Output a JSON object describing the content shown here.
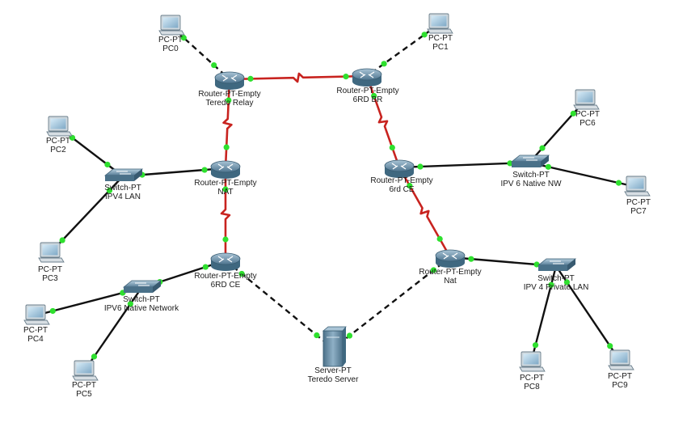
{
  "colors": {
    "serial_link": "#c8231f",
    "ethernet_link": "#111111",
    "crossover_link": "#111111",
    "port_up": "#2ee02e",
    "router_body": "#6f93aa",
    "switch_body": "#6f93aa",
    "pc_screen": "#9fc3dc",
    "server_body": "#6f93aa"
  },
  "devices": [
    {
      "id": "pc0",
      "kind": "pc",
      "model": "PC-PT",
      "name": "PC0"
    },
    {
      "id": "pc1",
      "kind": "pc",
      "model": "PC-PT",
      "name": "PC1"
    },
    {
      "id": "pc2",
      "kind": "pc",
      "model": "PC-PT",
      "name": "PC2"
    },
    {
      "id": "pc3",
      "kind": "pc",
      "model": "PC-PT",
      "name": "PC3"
    },
    {
      "id": "pc4",
      "kind": "pc",
      "model": "PC-PT",
      "name": "PC4"
    },
    {
      "id": "pc5",
      "kind": "pc",
      "model": "PC-PT",
      "name": "PC5"
    },
    {
      "id": "pc6",
      "kind": "pc",
      "model": "PC-PT",
      "name": "PC6"
    },
    {
      "id": "pc7",
      "kind": "pc",
      "model": "PC-PT",
      "name": "PC7"
    },
    {
      "id": "pc8",
      "kind": "pc",
      "model": "PC-PT",
      "name": "PC8"
    },
    {
      "id": "pc9",
      "kind": "pc",
      "model": "PC-PT",
      "name": "PC9"
    },
    {
      "id": "r_teredo",
      "kind": "router",
      "model": "Router-PT-Empty",
      "name": "Teredo Relay"
    },
    {
      "id": "r_6rdbr",
      "kind": "router",
      "model": "Router-PT-Empty",
      "name": "6RD BR"
    },
    {
      "id": "r_nat1",
      "kind": "router",
      "model": "Router-PT-Empty",
      "name": "NAT"
    },
    {
      "id": "r_6rdce2",
      "kind": "router",
      "model": "Router-PT-Empty",
      "name": "6rd CE"
    },
    {
      "id": "r_6rdce1",
      "kind": "router",
      "model": "Router-PT-Empty",
      "name": "6RD CE"
    },
    {
      "id": "r_nat2",
      "kind": "router",
      "model": "Router-PT-Empty",
      "name": "Nat"
    },
    {
      "id": "sw_ipv4lan",
      "kind": "switch",
      "model": "Switch-PT",
      "name": "IPV4 LAN"
    },
    {
      "id": "sw_ipv6native",
      "kind": "switch",
      "model": "Switch-PT",
      "name": "IPV6 Native Network"
    },
    {
      "id": "sw_ipv6nw",
      "kind": "switch",
      "model": "Switch-PT",
      "name": "IPV 6 Native NW"
    },
    {
      "id": "sw_ipv4priv",
      "kind": "switch",
      "model": "Switch-PT",
      "name": "IPV 4 Private LAN"
    },
    {
      "id": "server",
      "kind": "server",
      "model": "Server-PT",
      "name": "Teredo Server"
    }
  ],
  "links": [
    {
      "from": "pc0",
      "to": "r_teredo",
      "type": "crossover"
    },
    {
      "from": "pc1",
      "to": "r_6rdbr",
      "type": "crossover"
    },
    {
      "from": "r_teredo",
      "to": "r_6rdbr",
      "type": "serial"
    },
    {
      "from": "r_teredo",
      "to": "r_nat1",
      "type": "serial"
    },
    {
      "from": "r_6rdbr",
      "to": "r_6rdce2",
      "type": "serial"
    },
    {
      "from": "r_nat1",
      "to": "r_6rdce1",
      "type": "serial"
    },
    {
      "from": "r_6rdce2",
      "to": "r_nat2",
      "type": "serial"
    },
    {
      "from": "pc2",
      "to": "sw_ipv4lan",
      "type": "ethernet"
    },
    {
      "from": "pc3",
      "to": "sw_ipv4lan",
      "type": "ethernet"
    },
    {
      "from": "sw_ipv4lan",
      "to": "r_nat1",
      "type": "ethernet"
    },
    {
      "from": "r_6rdce2",
      "to": "sw_ipv6nw",
      "type": "ethernet"
    },
    {
      "from": "pc6",
      "to": "sw_ipv6nw",
      "type": "ethernet"
    },
    {
      "from": "pc7",
      "to": "sw_ipv6nw",
      "type": "ethernet"
    },
    {
      "from": "r_6rdce1",
      "to": "sw_ipv6native",
      "type": "ethernet"
    },
    {
      "from": "pc4",
      "to": "sw_ipv6native",
      "type": "ethernet"
    },
    {
      "from": "pc5",
      "to": "sw_ipv6native",
      "type": "ethernet"
    },
    {
      "from": "r_nat2",
      "to": "sw_ipv4priv",
      "type": "ethernet"
    },
    {
      "from": "pc8",
      "to": "sw_ipv4priv",
      "type": "ethernet"
    },
    {
      "from": "pc9",
      "to": "sw_ipv4priv",
      "type": "ethernet"
    },
    {
      "from": "r_6rdce1",
      "to": "server",
      "type": "crossover"
    },
    {
      "from": "r_nat2",
      "to": "server",
      "type": "crossover"
    }
  ]
}
